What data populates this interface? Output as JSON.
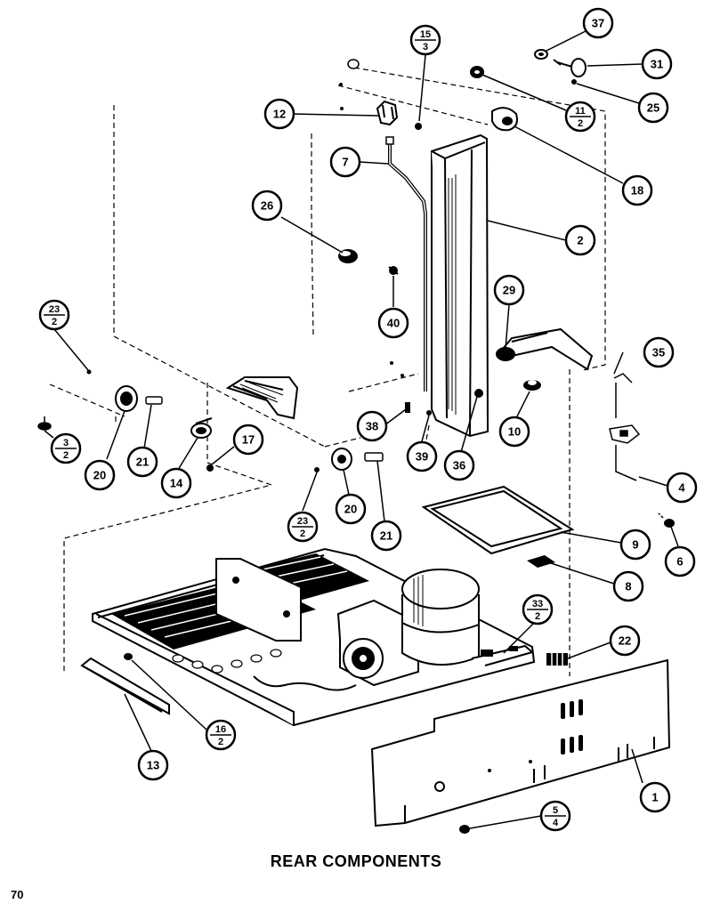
{
  "title": "REAR COMPONENTS",
  "page_number": "70",
  "callouts": [
    {
      "id": "c37",
      "label": "37"
    },
    {
      "id": "c31",
      "label": "31"
    },
    {
      "id": "c25",
      "label": "25"
    },
    {
      "id": "c15",
      "num": "15",
      "den": "3"
    },
    {
      "id": "c11",
      "num": "11",
      "den": "2"
    },
    {
      "id": "c12",
      "label": "12"
    },
    {
      "id": "c18",
      "label": "18"
    },
    {
      "id": "c7",
      "label": "7"
    },
    {
      "id": "c26",
      "label": "26"
    },
    {
      "id": "c2",
      "label": "2"
    },
    {
      "id": "c40",
      "label": "40"
    },
    {
      "id": "c29",
      "label": "29"
    },
    {
      "id": "c35",
      "label": "35"
    },
    {
      "id": "c23a",
      "num": "23",
      "den": "2"
    },
    {
      "id": "c10",
      "label": "10"
    },
    {
      "id": "c38",
      "label": "38"
    },
    {
      "id": "c3",
      "num": "3",
      "den": "2"
    },
    {
      "id": "c20a",
      "label": "20"
    },
    {
      "id": "c21a",
      "label": "21"
    },
    {
      "id": "c14",
      "label": "14"
    },
    {
      "id": "c17",
      "label": "17"
    },
    {
      "id": "c39",
      "label": "39"
    },
    {
      "id": "c36",
      "label": "36"
    },
    {
      "id": "c4",
      "label": "4"
    },
    {
      "id": "c23b",
      "num": "23",
      "den": "2"
    },
    {
      "id": "c20b",
      "label": "20"
    },
    {
      "id": "c21b",
      "label": "21"
    },
    {
      "id": "c9",
      "label": "9"
    },
    {
      "id": "c6",
      "label": "6"
    },
    {
      "id": "c8",
      "label": "8"
    },
    {
      "id": "c33",
      "num": "33",
      "den": "2"
    },
    {
      "id": "c22",
      "label": "22"
    },
    {
      "id": "c16",
      "num": "16",
      "den": "2"
    },
    {
      "id": "c13",
      "label": "13"
    },
    {
      "id": "c1",
      "label": "1"
    },
    {
      "id": "c5",
      "num": "5",
      "den": "4"
    }
  ]
}
